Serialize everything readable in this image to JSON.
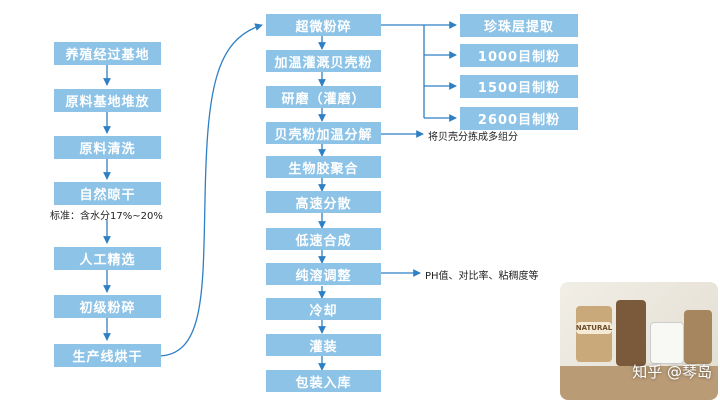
{
  "left_steps": [
    "养殖经过基地",
    "原料基地堆放",
    "原料清洗",
    "自然晾干",
    "人工精选",
    "初级粉碎",
    "生产线烘干"
  ],
  "left_note": "标准：含水分17%~20%",
  "center_steps": [
    "超微粉碎",
    "加温灌溉贝壳粉",
    "研磨（灌磨）",
    "贝壳粉加温分解",
    "生物胶聚合",
    "高速分散",
    "低速合成",
    "纯溶调整",
    "冷却",
    "灌装",
    "包装入库"
  ],
  "right_outputs": [
    "珍珠层提取",
    "1000目制粉",
    "1500目制粉",
    "2600目制粉"
  ],
  "annotations": {
    "decompose_note": "将贝壳分拣成多组分",
    "adjust_note": "PH值、对比率、粘稠度等"
  },
  "photo": {
    "label_natural": "NATURAL",
    "watermark": "知乎 @琴岛"
  },
  "colors": {
    "box": "#8cc3e7",
    "arrow": "#2f7fc4",
    "text": "#ffffff"
  }
}
